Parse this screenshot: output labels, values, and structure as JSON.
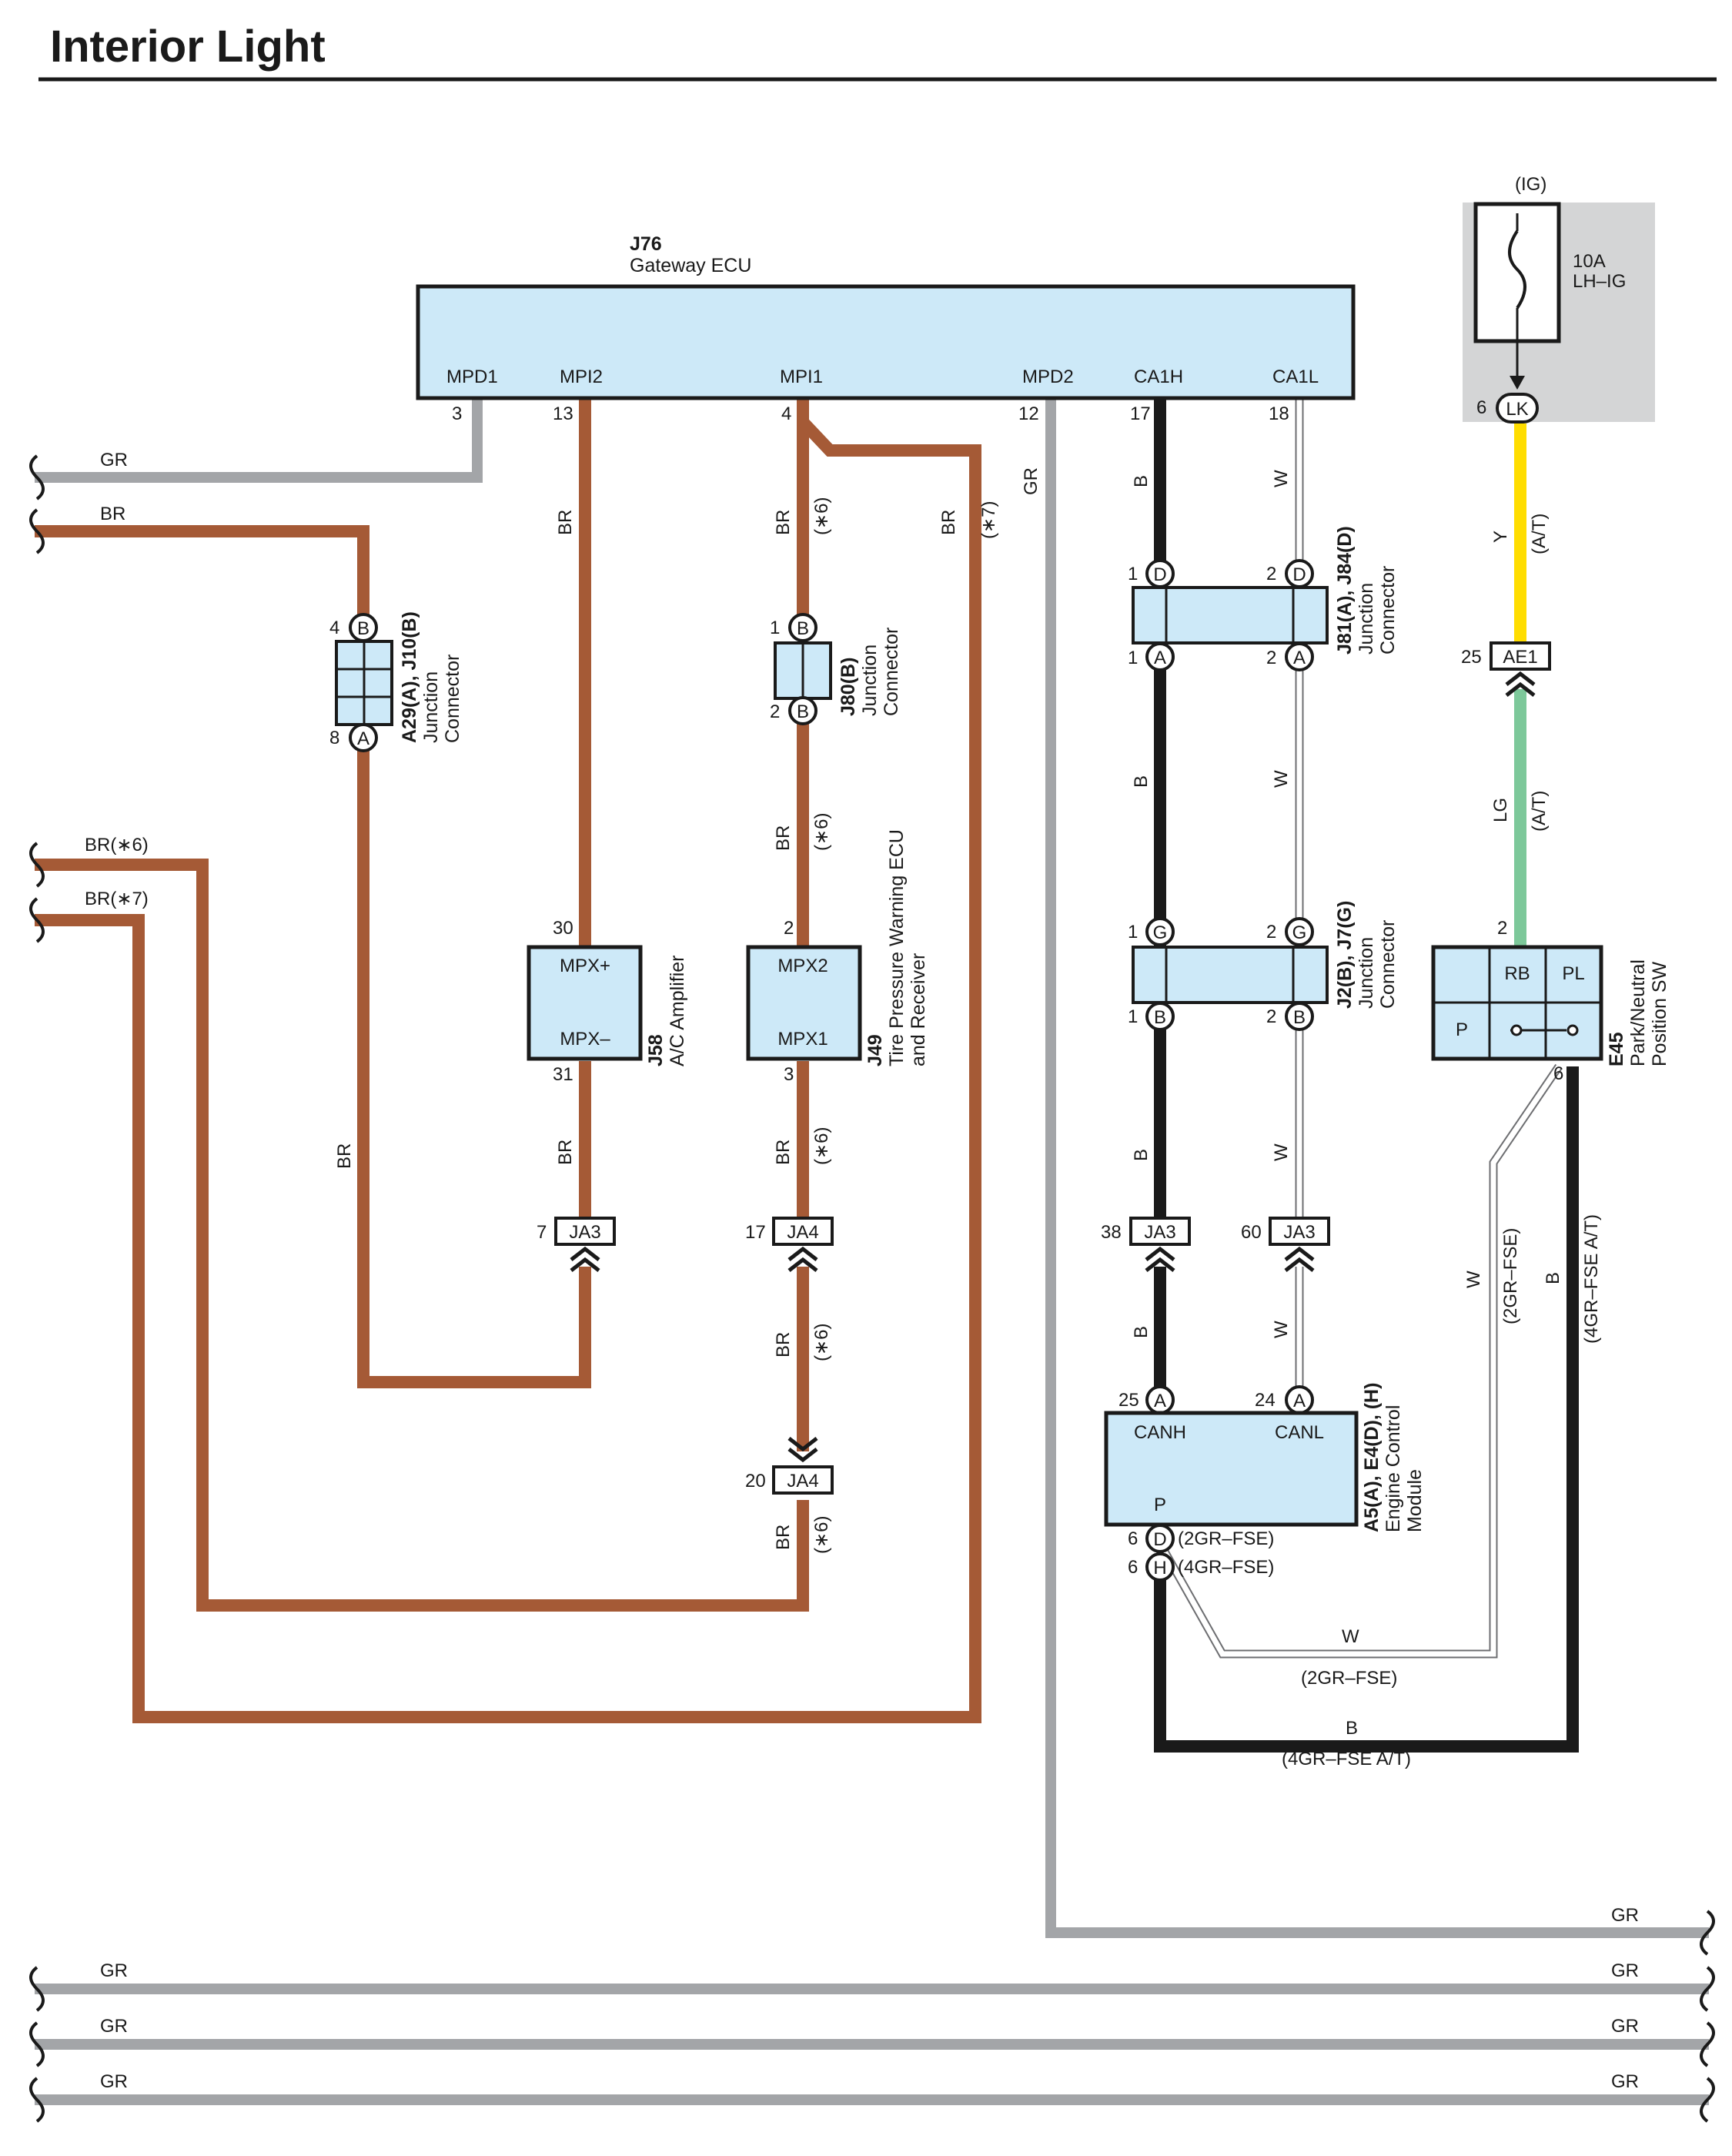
{
  "title": "Interior Light",
  "fuse": {
    "source": "(IG)",
    "rating": "10A",
    "name": "LH–IG",
    "pin": "6",
    "terminal": "LK"
  },
  "components": {
    "gateway": {
      "id": "J76",
      "name": "Gateway ECU",
      "pins": [
        {
          "name": "MPD1",
          "no": "3"
        },
        {
          "name": "MPI2",
          "no": "13"
        },
        {
          "name": "MPI1",
          "no": "4"
        },
        {
          "name": "MPD2",
          "no": "12"
        },
        {
          "name": "CA1H",
          "no": "17"
        },
        {
          "name": "CA1L",
          "no": "18"
        }
      ]
    },
    "a29": {
      "id": "A29(A), J10(B)",
      "line1": "Junction",
      "line2": "Connector",
      "pin_top": "4",
      "term_top": "B",
      "pin_bot": "8",
      "term_bot": "A"
    },
    "j80": {
      "id": "J80(B)",
      "line1": "Junction",
      "line2": "Connector",
      "pin_top": "1",
      "term_top": "B",
      "pin_bot": "2",
      "term_bot": "B"
    },
    "j81": {
      "id": "J81(A), J84(D)",
      "line1": "Junction",
      "line2": "Connector",
      "pins": [
        {
          "no": "1",
          "t": "D"
        },
        {
          "no": "2",
          "t": "D"
        },
        {
          "no": "1",
          "t": "A"
        },
        {
          "no": "2",
          "t": "A"
        }
      ]
    },
    "j2": {
      "id": "J2(B), J7(G)",
      "line1": "Junction",
      "line2": "Connector",
      "pins": [
        {
          "no": "1",
          "t": "G"
        },
        {
          "no": "2",
          "t": "G"
        },
        {
          "no": "1",
          "t": "B"
        },
        {
          "no": "2",
          "t": "B"
        }
      ]
    },
    "j58": {
      "id": "J58",
      "name": "A/C Amplifier",
      "top": "MPX+",
      "bot": "MPX–",
      "pin_top": "30",
      "pin_bot": "31"
    },
    "j49": {
      "id": "J49",
      "line1": "Tire Pressure Warning ECU",
      "line2": "and Receiver",
      "top": "MPX2",
      "bot": "MPX1",
      "pin_top": "2",
      "pin_bot": "3"
    },
    "e45": {
      "id": "E45",
      "line1": "Park/Neutral",
      "line2": "Position SW",
      "rb": "RB",
      "pl": "PL",
      "p": "P",
      "pin_top": "2",
      "pin_bot": "6"
    },
    "ecm": {
      "id": "A5(A), E4(D), (H)",
      "line1": "Engine Control",
      "line2": "Module",
      "canh": "CANH",
      "canl": "CANL",
      "p": "P",
      "pin_canh": "25",
      "term_canh": "A",
      "pin_canl": "24",
      "term_canl": "A",
      "pin_d": "6",
      "term_d": "D",
      "note_d": "(2GR–FSE)",
      "pin_h": "6",
      "term_h": "H",
      "note_h": "(4GR–FSE)"
    }
  },
  "junction_tags": [
    {
      "id": "ja3_1",
      "no": "7",
      "name": "JA3"
    },
    {
      "id": "ja4_1",
      "no": "17",
      "name": "JA4"
    },
    {
      "id": "ja3_2",
      "no": "38",
      "name": "JA3"
    },
    {
      "id": "ja3_3",
      "no": "60",
      "name": "JA3"
    },
    {
      "id": "ja4_2",
      "no": "20",
      "name": "JA4"
    },
    {
      "id": "ae1",
      "no": "25",
      "name": "AE1"
    }
  ],
  "wire_labels": {
    "gr": "GR",
    "br": "BR",
    "b": "B",
    "w": "W",
    "y": "Y",
    "lg": "LG",
    "br6": "BR(∗6)",
    "br7": "BR(∗7)",
    "n6": "(∗6)",
    "n7": "(∗7)",
    "at": "(A/T)",
    "gr_fse": "(2GR–FSE)",
    "gr4_at": "(4GR–FSE A/T)"
  },
  "colors": {
    "gr": "#a3a5a8",
    "br": "#a55a36",
    "b": "#1a1a1a",
    "y": "#ffdd00",
    "lg": "#7dc89a",
    "w": "#ffffff",
    "box": "#cde9f8",
    "fuse_panel": "#d4d5d6"
  }
}
